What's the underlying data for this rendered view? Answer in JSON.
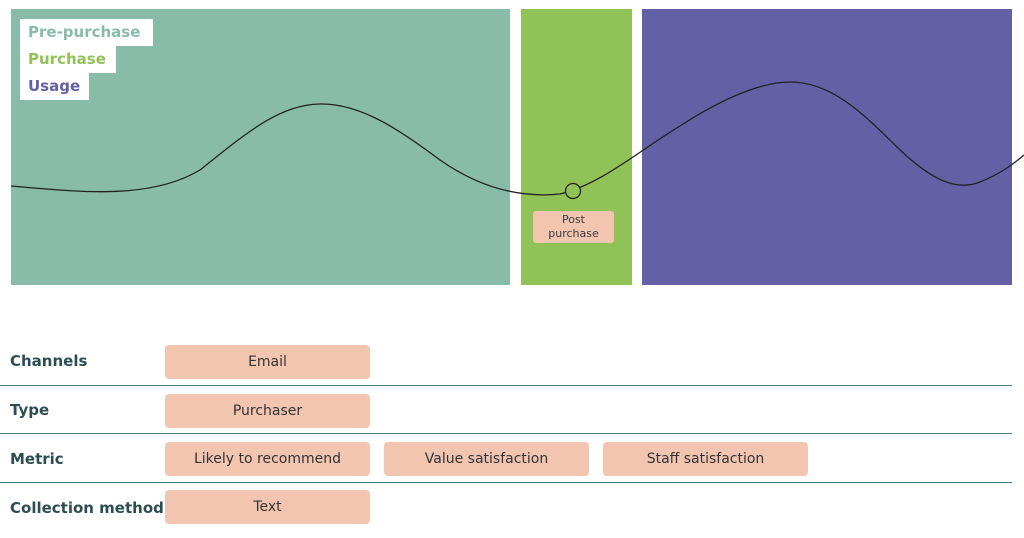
{
  "legend": {
    "pre_purchase": "Pre-purchase",
    "purchase": "Purchase",
    "usage": "Usage"
  },
  "touchpoint": {
    "label": "Post purchase"
  },
  "colors": {
    "pre_purchase": "#88bca9",
    "purchase": "#91c257",
    "usage": "#6560a5",
    "pill": "#f2c5b0",
    "line": "#222222",
    "divider": "#4a7a80"
  },
  "rows": [
    {
      "label": "Channels",
      "items": [
        "Email"
      ]
    },
    {
      "label": "Type",
      "items": [
        "Purchaser"
      ]
    },
    {
      "label": "Metric",
      "items": [
        "Likely to recommend",
        "Value satisfaction",
        "Staff satisfaction"
      ]
    },
    {
      "label": "Collection method",
      "items": [
        "Text"
      ]
    }
  ]
}
